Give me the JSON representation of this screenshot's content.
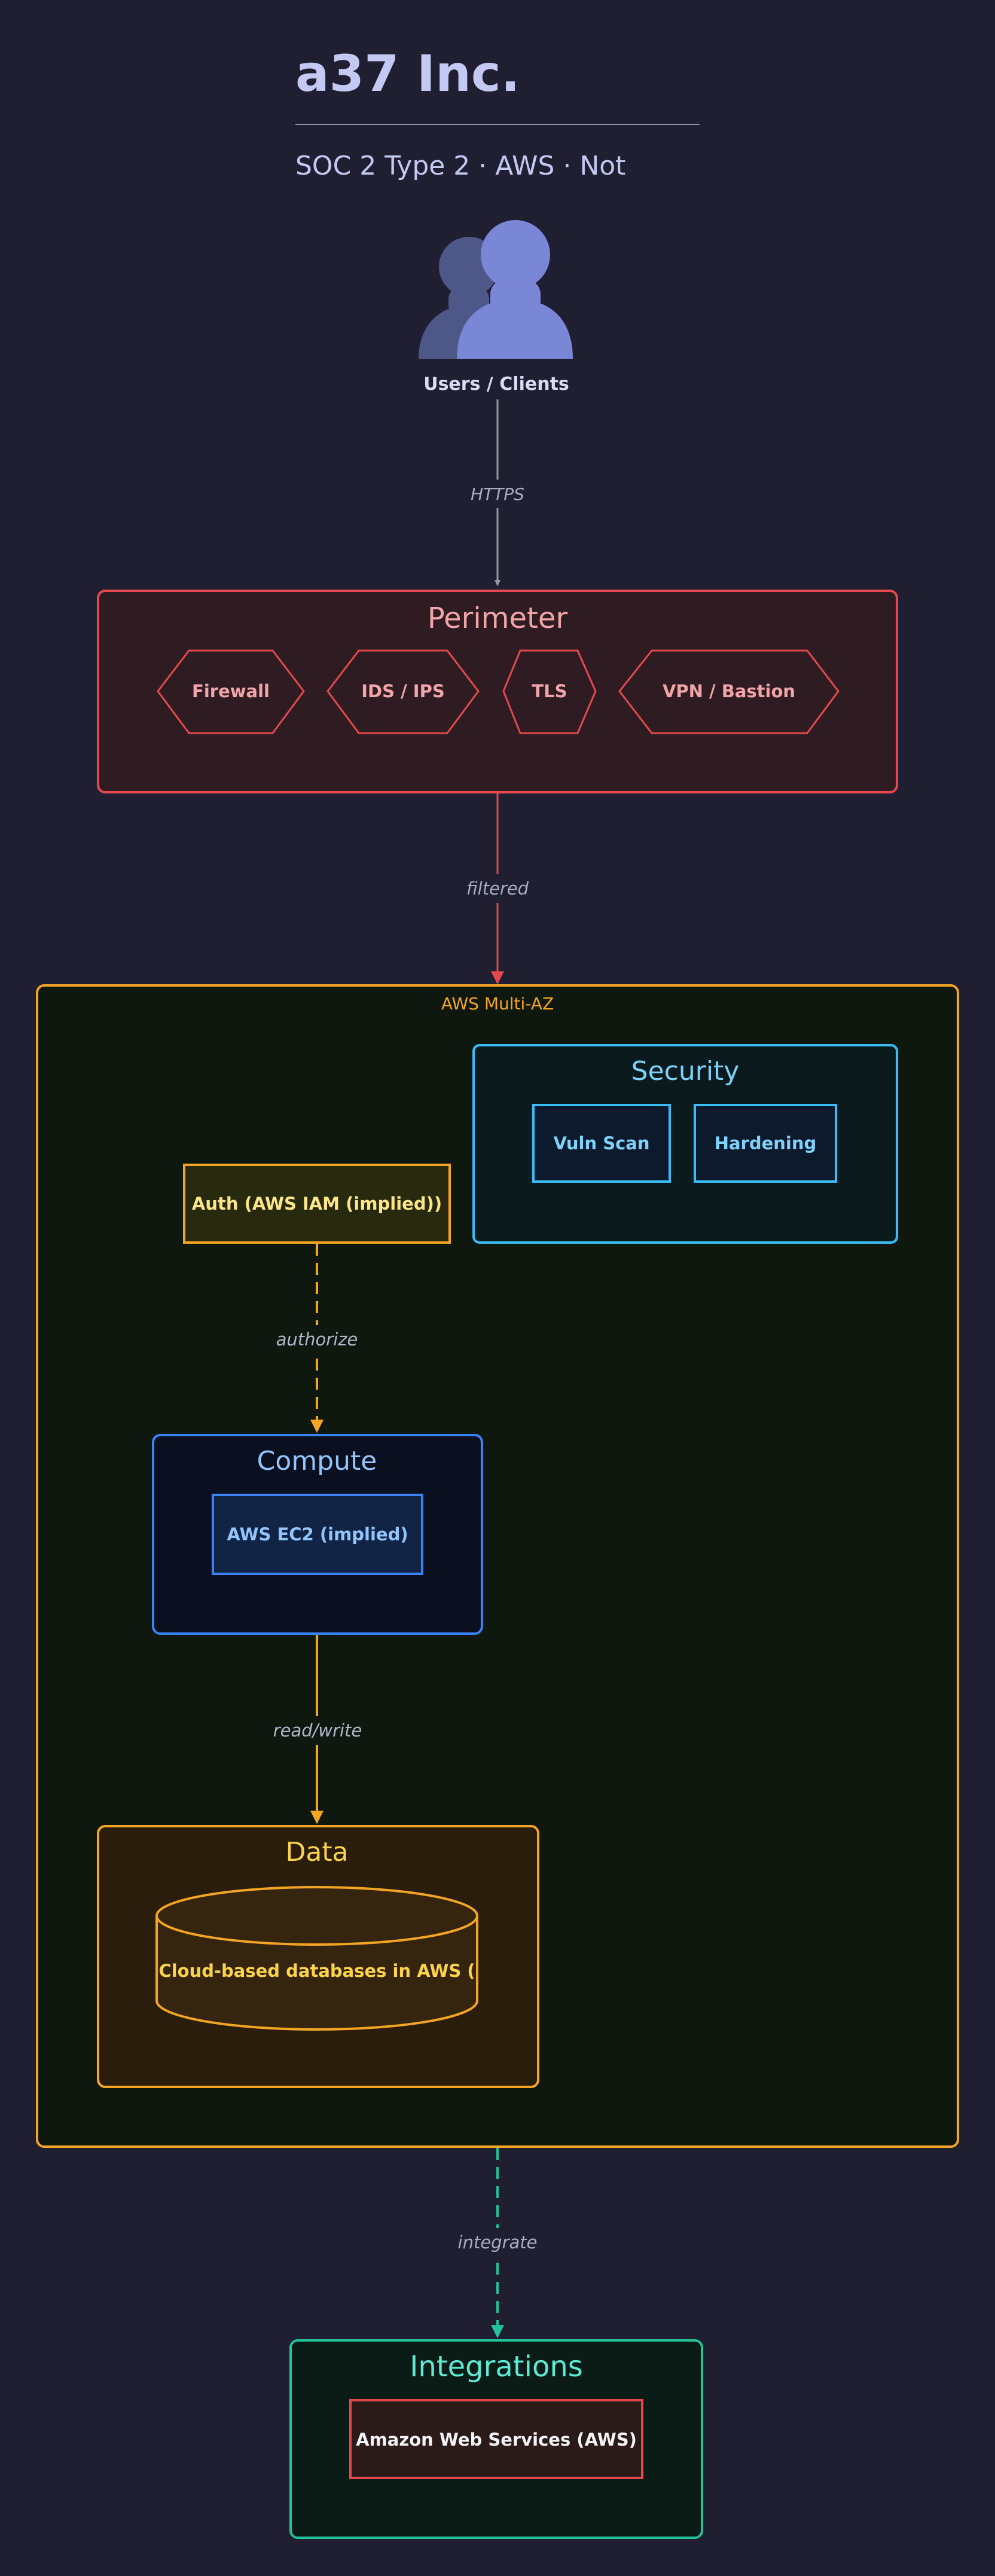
{
  "header": {
    "title": "a37 Inc.",
    "subtitle": "SOC 2 Type 2 · AWS · Not"
  },
  "users": {
    "label": "Users / Clients"
  },
  "perimeter": {
    "title": "Perimeter",
    "items": [
      "Firewall",
      "IDS / IPS",
      "TLS",
      "VPN / Bastion"
    ]
  },
  "aws": {
    "title": "AWS Multi-AZ",
    "security": {
      "title": "Security",
      "items": [
        "Vuln Scan",
        "Hardening"
      ]
    },
    "auth": {
      "label": "Auth (AWS IAM (implied))"
    },
    "compute": {
      "title": "Compute",
      "node": "AWS EC2 (implied)"
    },
    "data": {
      "title": "Data",
      "node": "Cloud-based databases in AWS ("
    }
  },
  "integrations": {
    "title": "Integrations",
    "node": "Amazon Web Services (AWS)"
  },
  "edges": {
    "https": "HTTPS",
    "filtered": "filtered",
    "authorize": "authorize",
    "read_write": "read/write",
    "integrate": "integrate"
  },
  "colors": {
    "background": "#1f1f31",
    "title": "#c3c9f2",
    "perimeter": "#e5484d",
    "aws": "#f5a524",
    "security": "#38bdf8",
    "compute": "#3b82f6",
    "data": "#f5a524",
    "integrations": "#22c39a",
    "users_icon": "#7a86d6"
  }
}
